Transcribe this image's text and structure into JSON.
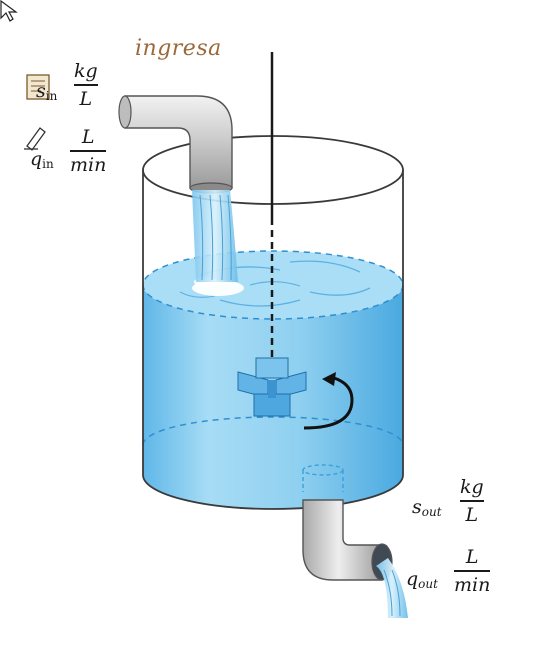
{
  "annotation": {
    "handwritten": "ingresa"
  },
  "inflow": {
    "concentration": {
      "symbol": "s",
      "subscript": "in",
      "unit_num": "kg",
      "unit_den": "L"
    },
    "flow": {
      "symbol": "q",
      "subscript": "in",
      "unit_num": "L",
      "unit_den": "min"
    }
  },
  "outflow": {
    "concentration": {
      "symbol": "s",
      "subscript": "out",
      "unit_num": "kg",
      "unit_den": "L"
    },
    "flow": {
      "symbol": "q",
      "subscript": "out",
      "unit_num": "L",
      "unit_den": "min"
    }
  },
  "icons": [
    "cursor-arrow-icon",
    "note-icon",
    "pen-icon",
    "rotation-arrow-icon"
  ],
  "colors": {
    "water": "#8fd0f0",
    "water_dark": "#3aa0dc",
    "pipe": "#cfcfcf",
    "tank_outline": "#3a3a3a"
  }
}
